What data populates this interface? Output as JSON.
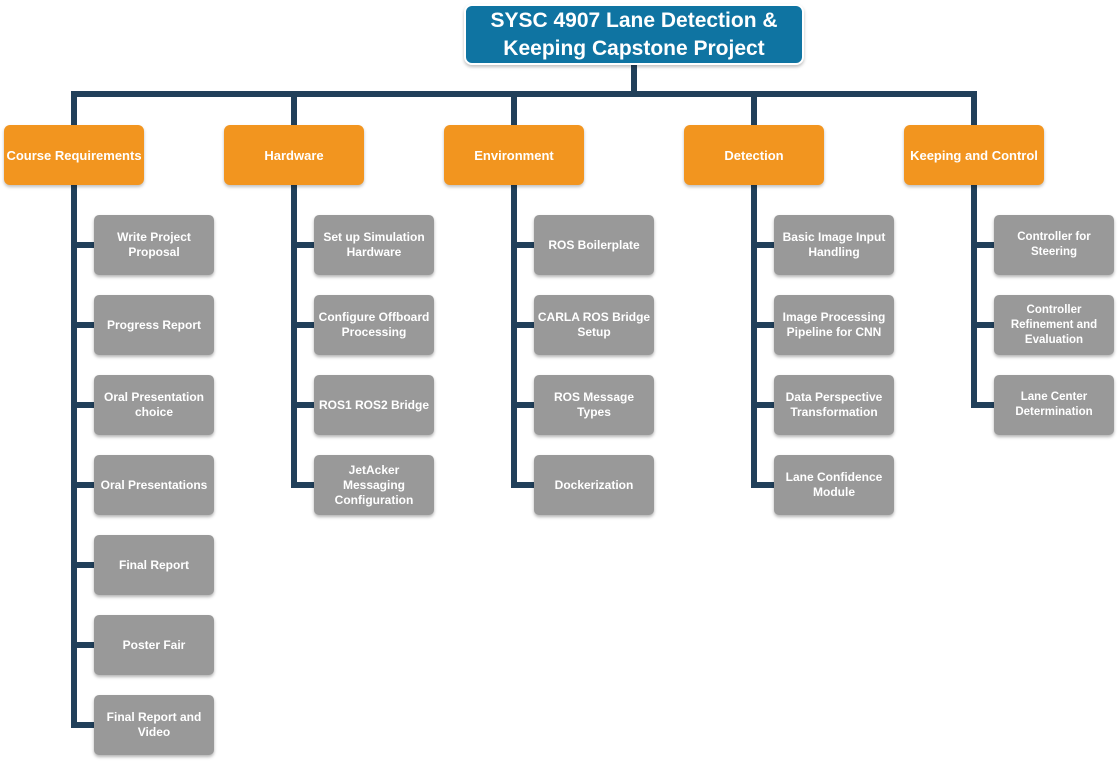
{
  "colors": {
    "root": "#0f74a2",
    "category": "#f2951f",
    "task": "#999999",
    "connector": "#21405a"
  },
  "root": {
    "title": "SYSC 4907 Lane Detection & Keeping Capstone Project"
  },
  "categories": [
    {
      "label": "Course Requirements",
      "tasks": [
        "Write Project Proposal",
        "Progress Report",
        "Oral Presentation choice",
        "Oral Presentations",
        "Final Report",
        "Poster Fair",
        "Final Report and Video"
      ]
    },
    {
      "label": "Hardware",
      "tasks": [
        "Set up Simulation Hardware",
        "Configure Offboard Processing",
        "ROS1 ROS2 Bridge",
        "JetAcker Messaging Configuration"
      ]
    },
    {
      "label": "Environment",
      "tasks": [
        "ROS Boilerplate",
        "CARLA ROS Bridge Setup",
        "ROS Message Types",
        "Dockerization"
      ]
    },
    {
      "label": "Detection",
      "tasks": [
        "Basic Image Input Handling",
        "Image Processing Pipeline for CNN",
        "Data Perspective Transformation",
        "Lane Confidence Module"
      ]
    },
    {
      "label": "Keeping and Control",
      "tasks": [
        "Controller for Steering",
        "Controller Refinement and Evaluation",
        "Lane Center Determination"
      ]
    }
  ]
}
